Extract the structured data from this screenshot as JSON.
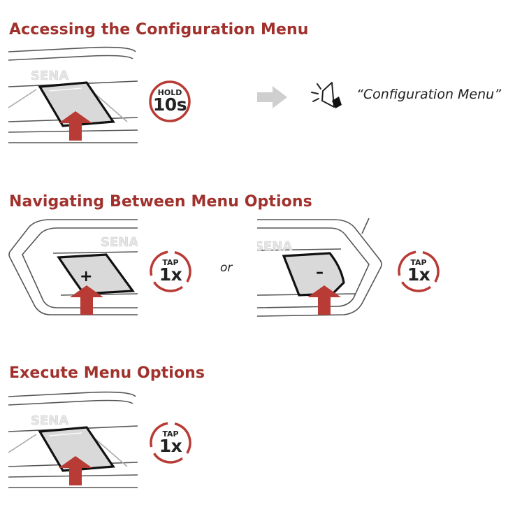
{
  "sections": {
    "access": {
      "title": "Accessing the Configuration Menu",
      "badge": {
        "action": "HOLD",
        "amount": "10s"
      },
      "brand": "SENA",
      "voice_prompt": "“Configuration Menu”"
    },
    "navigate": {
      "title": "Navigating Between Menu Options",
      "left_button_symbol": "+",
      "right_button_symbol": "–",
      "left_badge": {
        "action": "TAP",
        "amount": "1x"
      },
      "separator": "or",
      "right_badge": {
        "action": "TAP",
        "amount": "1x"
      },
      "brand": "SENA"
    },
    "execute": {
      "title": "Execute Menu Options",
      "badge": {
        "action": "TAP",
        "amount": "1x"
      },
      "brand": "SENA"
    }
  },
  "colors": {
    "title": "#a0312c",
    "arrow": "#b83b35",
    "badge_ring": "#b83b35",
    "device_outline": "#555555",
    "button_fill": "#d9d9d9",
    "next_arrow": "#cfcfcf"
  },
  "icons": [
    "up-arrow-icon",
    "right-arrow-icon",
    "speaker-icon"
  ]
}
